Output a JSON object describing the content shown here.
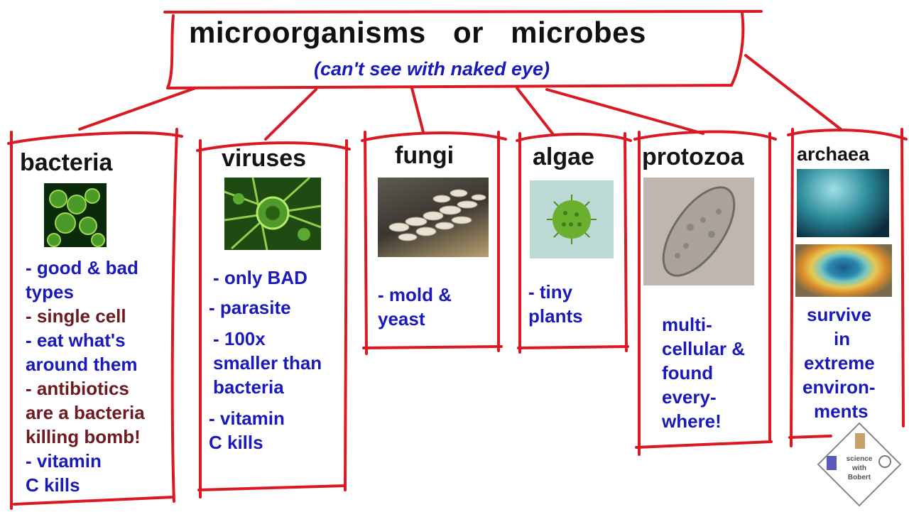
{
  "title": "microorganisms or microbes",
  "subtitle": "(can't see with naked eye)",
  "categories": [
    {
      "heading": "bacteria",
      "image": "bacteria-cluster-microscopy",
      "lines": [
        {
          "text": "- good & bad",
          "color": "#1a1ab8"
        },
        {
          "text": "types",
          "color": "#1a1ab8"
        },
        {
          "text": "- single cell",
          "color": "#6e1a22"
        },
        {
          "text": "- eat what's",
          "color": "#1a1ab8"
        },
        {
          "text": "around them",
          "color": "#1a1ab8"
        },
        {
          "text": "- antibiotics",
          "color": "#6e1a22"
        },
        {
          "text": "are a bacteria",
          "color": "#6e1a22"
        },
        {
          "text": "killing bomb!",
          "color": "#6e1a22"
        },
        {
          "text": "- vitamin",
          "color": "#1a1ab8"
        },
        {
          "text": "C kills",
          "color": "#1a1ab8"
        }
      ]
    },
    {
      "heading": "viruses",
      "image": "virus-particles-microscopy",
      "lines": [
        {
          "text": "- only BAD",
          "color": "#1a1ab8"
        },
        {
          "text": "- parasite",
          "color": "#1a1ab8"
        },
        {
          "text": "- 100x",
          "color": "#1a1ab8"
        },
        {
          "text": "smaller than",
          "color": "#1a1ab8"
        },
        {
          "text": "bacteria",
          "color": "#1a1ab8"
        },
        {
          "text": "- vitamin",
          "color": "#1a1ab8"
        },
        {
          "text": "C kills",
          "color": "#1a1ab8"
        }
      ]
    },
    {
      "heading": "fungi",
      "image": "shelf-fungus-on-log",
      "lines": [
        {
          "text": "- mold &",
          "color": "#1a1ab8"
        },
        {
          "text": "yeast",
          "color": "#1a1ab8"
        }
      ]
    },
    {
      "heading": "algae",
      "image": "green-algae-cell",
      "lines": [
        {
          "text": "- tiny",
          "color": "#1a1ab8"
        },
        {
          "text": "plants",
          "color": "#1a1ab8"
        }
      ]
    },
    {
      "heading": "protozoa",
      "image": "paramecium-microscopy",
      "lines": [
        {
          "text": "multi-",
          "color": "#1a1ab8"
        },
        {
          "text": "cellular &",
          "color": "#1a1ab8"
        },
        {
          "text": "found",
          "color": "#1a1ab8"
        },
        {
          "text": "every-",
          "color": "#1a1ab8"
        },
        {
          "text": "where!",
          "color": "#1a1ab8"
        }
      ]
    },
    {
      "heading": "archaea",
      "image": "hydrothermal-vent-and-hot-spring",
      "lines": [
        {
          "text": "survive",
          "color": "#1a1ab8"
        },
        {
          "text": "in",
          "color": "#1a1ab8"
        },
        {
          "text": "extreme",
          "color": "#1a1ab8"
        },
        {
          "text": "environ-",
          "color": "#1a1ab8"
        },
        {
          "text": "ments",
          "color": "#1a1ab8"
        }
      ]
    }
  ],
  "logo": {
    "line1": "science",
    "line2": "with",
    "line3": "Bobert"
  },
  "colors": {
    "frame": "#d91a24",
    "blue_text": "#1a1ab8",
    "maroon_text": "#6e1a22"
  }
}
